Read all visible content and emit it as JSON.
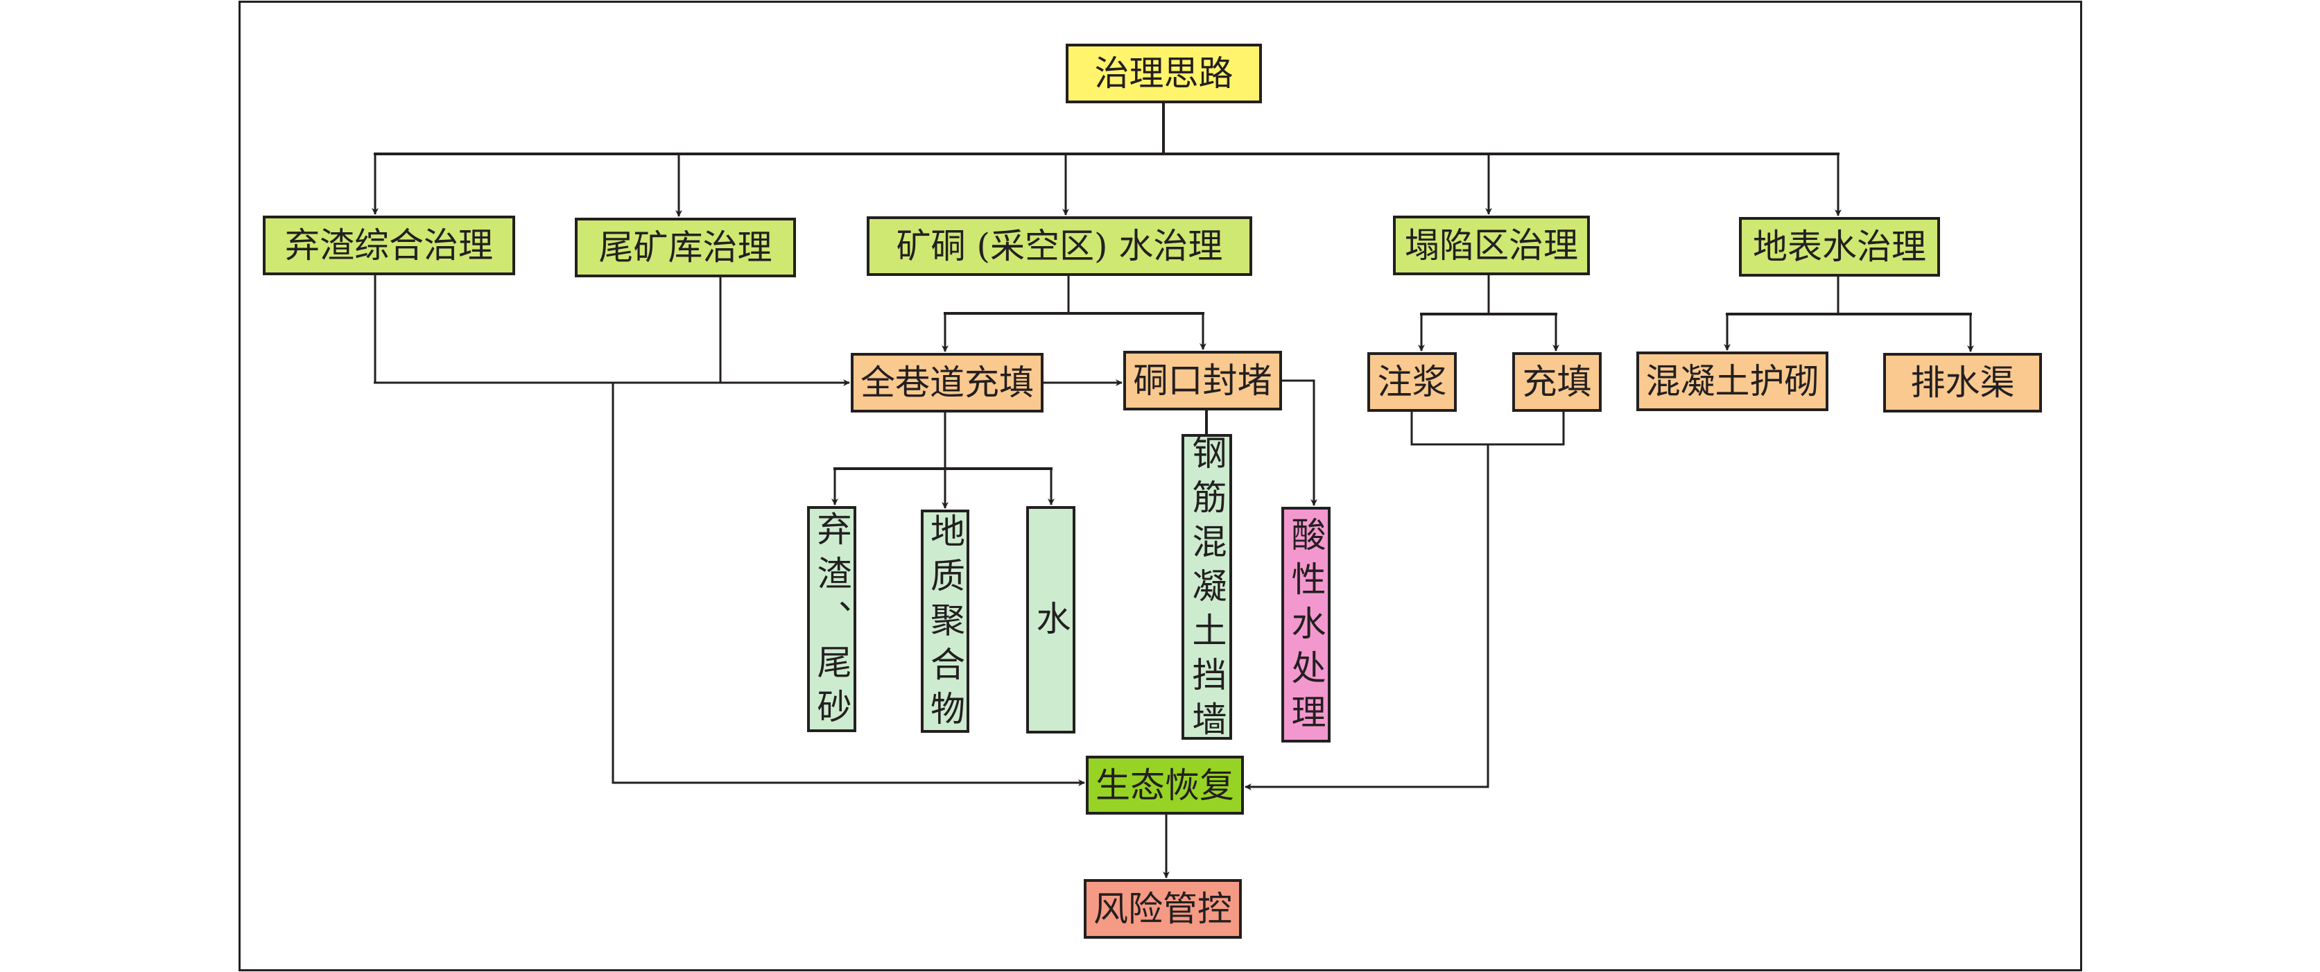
{
  "diagram": {
    "type": "flowchart",
    "root": {
      "label": "治理思路",
      "color": "#fff46b"
    },
    "level1": [
      {
        "label": "弃渣综合治理",
        "color": "#cee872"
      },
      {
        "label": "尾矿库治理",
        "color": "#cee872"
      },
      {
        "label": "矿硐 (采空区) 水治理",
        "color": "#cee872"
      },
      {
        "label": "塌陷区治理",
        "color": "#cee872"
      },
      {
        "label": "地表水治理",
        "color": "#cee872"
      }
    ],
    "level2": [
      {
        "label": "全巷道充填",
        "color": "#f9c98f",
        "parent": "矿硐 (采空区) 水治理"
      },
      {
        "label": "硐口封堵",
        "color": "#f9c98f",
        "parent": "矿硐 (采空区) 水治理"
      },
      {
        "label": "注浆",
        "color": "#f9c98f",
        "parent": "塌陷区治理"
      },
      {
        "label": "充填",
        "color": "#f9c98f",
        "parent": "塌陷区治理"
      },
      {
        "label": "混凝土护砌",
        "color": "#f9c98f",
        "parent": "地表水治理"
      },
      {
        "label": "排水渠",
        "color": "#f9c98f",
        "parent": "地表水治理"
      }
    ],
    "materials": [
      {
        "label": "弃渣、尾砂",
        "color": "#cdebcf",
        "parent": "全巷道充填"
      },
      {
        "label": "地质聚合物",
        "color": "#cdebcf",
        "parent": "全巷道充填"
      },
      {
        "label": "水",
        "color": "#cdebcf",
        "parent": "全巷道充填"
      },
      {
        "label": "钢筋混凝土挡墙",
        "color": "#cdebcf",
        "parent": "硐口封堵"
      },
      {
        "label": "酸性水处理",
        "color": "#f398cf",
        "parent": "硐口封堵"
      }
    ],
    "eco": {
      "label": "生态恢复",
      "color": "#97d324"
    },
    "risk": {
      "label": "风险管控",
      "color": "#f59a85"
    },
    "edges": [
      [
        "治理思路",
        "弃渣综合治理"
      ],
      [
        "治理思路",
        "尾矿库治理"
      ],
      [
        "治理思路",
        "矿硐 (采空区) 水治理"
      ],
      [
        "治理思路",
        "塌陷区治理"
      ],
      [
        "治理思路",
        "地表水治理"
      ],
      [
        "弃渣综合治理",
        "全巷道充填"
      ],
      [
        "尾矿库治理",
        "全巷道充填"
      ],
      [
        "弃渣综合治理",
        "生态恢复"
      ],
      [
        "尾矿库治理",
        "生态恢复"
      ],
      [
        "矿硐 (采空区) 水治理",
        "全巷道充填"
      ],
      [
        "矿硐 (采空区) 水治理",
        "硐口封堵"
      ],
      [
        "全巷道充填",
        "硐口封堵"
      ],
      [
        "全巷道充填",
        "弃渣、尾砂"
      ],
      [
        "全巷道充填",
        "地质聚合物"
      ],
      [
        "全巷道充填",
        "水"
      ],
      [
        "硐口封堵",
        "钢筋混凝土挡墙"
      ],
      [
        "硐口封堵",
        "酸性水处理"
      ],
      [
        "塌陷区治理",
        "注浆"
      ],
      [
        "塌陷区治理",
        "充填"
      ],
      [
        "注浆",
        "生态恢复"
      ],
      [
        "充填",
        "生态恢复"
      ],
      [
        "地表水治理",
        "混凝土护砌"
      ],
      [
        "地表水治理",
        "排水渠"
      ],
      [
        "生态恢复",
        "风险管控"
      ]
    ]
  }
}
